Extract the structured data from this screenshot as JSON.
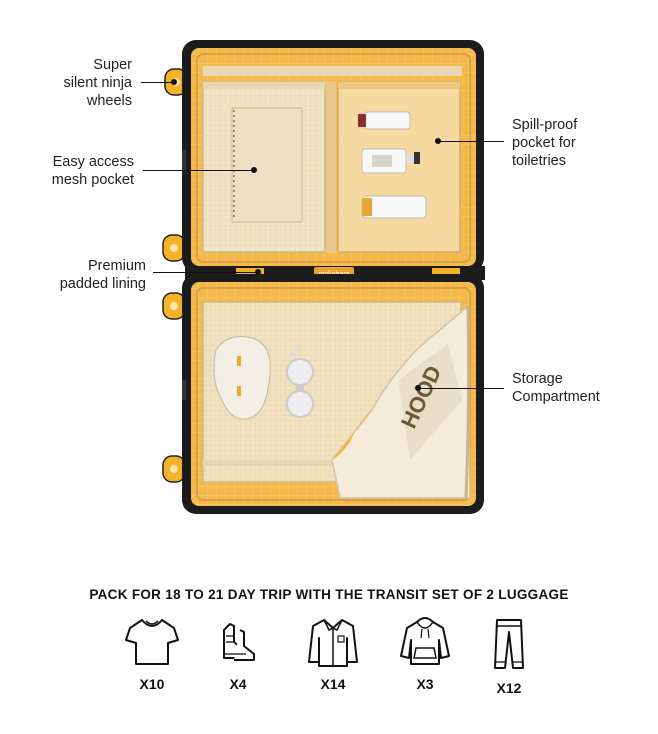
{
  "callouts": {
    "wheels": [
      "Super",
      "silent ninja",
      "wheels"
    ],
    "mesh_pocket": [
      "Easy access",
      "mesh pocket"
    ],
    "lining": [
      "Premium",
      "padded lining"
    ],
    "toiletries": [
      "Spill-proof",
      "pocket for",
      "toiletries"
    ],
    "storage": [
      "Storage",
      "Compartment"
    ]
  },
  "brand_tag": "mokobara",
  "headline": "PACK FOR 18 TO 21 DAY TRIP WITH THE TRANSIT SET OF 2 LUGGAGE",
  "pack_items": [
    {
      "icon": "tshirt-icon",
      "count": "X10"
    },
    {
      "icon": "shoes-icon",
      "count": "X4"
    },
    {
      "icon": "shirt-icon",
      "count": "X14"
    },
    {
      "icon": "hoodie-icon",
      "count": "X3"
    },
    {
      "icon": "trousers-icon",
      "count": "X12"
    }
  ],
  "colors": {
    "lining": "#f5b94a",
    "lining_dark": "#e9a12f",
    "shell": "#1c1c1c",
    "wheel": "#f4b12a",
    "mesh": "#efe3c9"
  }
}
